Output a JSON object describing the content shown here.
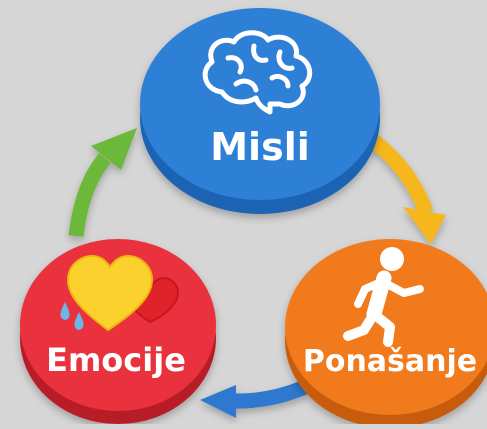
{
  "diagram": {
    "nodes": [
      {
        "id": "misli",
        "label": "Misli",
        "color": "#2f7fd6",
        "side_color": "#1f63b3",
        "icon": "brain-icon"
      },
      {
        "id": "ponasanje",
        "label": "Ponašanje",
        "color": "#f07a1c",
        "side_color": "#c85c0a",
        "icon": "walking-person-icon"
      },
      {
        "id": "emocije",
        "label": "Emocije",
        "color": "#e9333d",
        "side_color": "#b81e28",
        "icon": "hearts-with-tears-icon"
      }
    ],
    "arrows": [
      {
        "from": "misli",
        "to": "ponasanje",
        "color": "#f5b71f"
      },
      {
        "from": "ponasanje",
        "to": "emocije",
        "color": "#2d78cf"
      },
      {
        "from": "emocije",
        "to": "misli",
        "color": "#6cb83a"
      }
    ]
  }
}
